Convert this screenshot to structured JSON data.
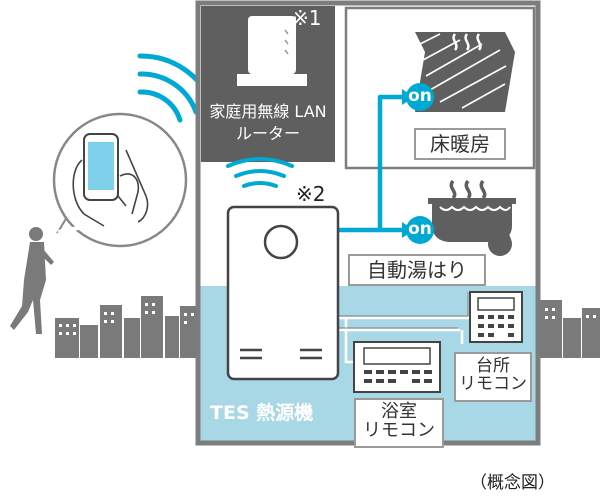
{
  "router": {
    "label_line1": "家庭用無線 LAN",
    "label_line2": "ルーター"
  },
  "notes": {
    "note1": "※1",
    "note2": "※2"
  },
  "floor_heating": {
    "badge": "on",
    "label": "床暖房"
  },
  "auto_bath": {
    "badge": "on",
    "label": "自動湯はり"
  },
  "heat_source": {
    "label": "TES 熱源機"
  },
  "bath_remote": {
    "line1": "浴室",
    "line2": "リモコン"
  },
  "kitchen_remote": {
    "line1": "台所",
    "line2": "リモコン"
  },
  "caption": "（概念図）",
  "colors": {
    "accent": "#00a9d4",
    "house_fill": "#a8d8e6",
    "dark_panel": "#5f5f5f",
    "wall": "#7d7d7d",
    "silhouette": "#7a7a7a"
  }
}
